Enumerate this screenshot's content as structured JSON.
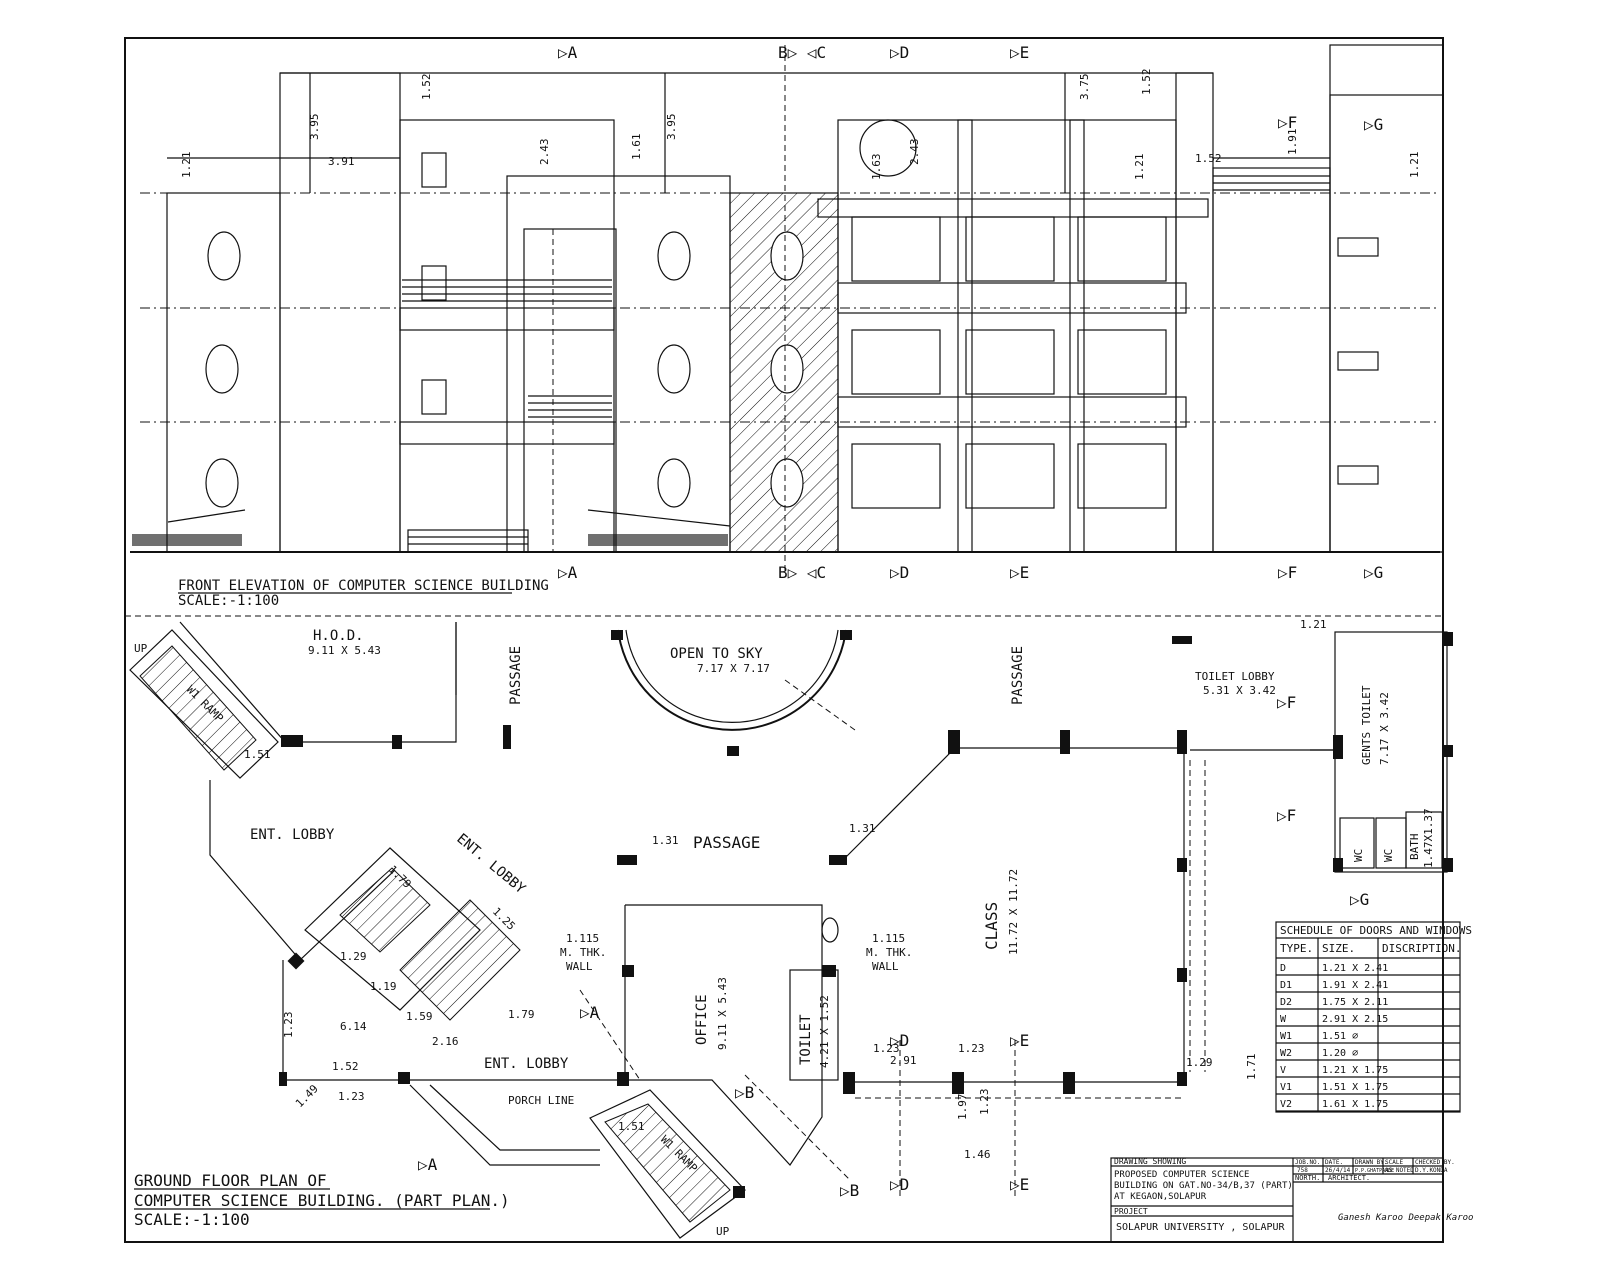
{
  "elevation": {
    "title": "FRONT ELEVATION OF COMPUTER SCIENCE BUILDING",
    "scale": "SCALE:-1:100",
    "section_markers": [
      "A",
      "B",
      "C",
      "D",
      "E",
      "F",
      "G"
    ],
    "dimensions": [
      "1.21",
      "3.91",
      "3.95",
      "1.52",
      "2.43",
      "1.61",
      "3.95",
      "1.63",
      "2.43",
      "3.75",
      "1.52",
      "1.21",
      "1.52",
      "1.91",
      "1.21"
    ]
  },
  "plan": {
    "title_line1": "GROUND FLOOR PLAN OF",
    "title_line2": "COMPUTER SCIENCE BUILDING. (PART PLAN.)",
    "scale": "SCALE:-1:100",
    "rooms": {
      "hod_name": "H.O.D.",
      "hod_size": "9.11 X 5.43",
      "open_sky_name": "OPEN TO SKY",
      "open_sky_size": "7.17 X 7.17",
      "passage_left": "PASSAGE",
      "passage_right": "PASSAGE",
      "passage_center": "PASSAGE",
      "toilet_lobby_name": "TOILET LOBBY",
      "toilet_lobby_size": "5.31 X 3.42",
      "gents_toilet": "GENTS TOILET",
      "gents_toilet_size": "7.17 X 3.42",
      "ent_lobby_1": "ENT. LOBBY",
      "ent_lobby_2": "ENT. LOBBY",
      "ent_lobby_3": "ENT. LOBBY",
      "class_name": "CLASS",
      "class_size": "11.72 X 11.72",
      "office_name": "OFFICE",
      "office_size": "9.11 X 5.43",
      "toilet_name": "TOILET",
      "toilet_size": "4.21 X 1.52",
      "bath": "BATH",
      "bath_size": "1.47X1.37",
      "wc1": "WC",
      "wc2": "WC",
      "wall_left": [
        "1.115",
        "M. THK.",
        "WALL"
      ],
      "wall_right": [
        "1.115",
        "M. THK.",
        "WALL"
      ],
      "porch_line": "PORCH LINE",
      "ramp1": "W1 RAMP",
      "ramp2": "W1 RAMP",
      "up1": "UP",
      "up2": "UP"
    },
    "dimensions": [
      "1.31",
      "1.31",
      "1.21",
      "1.23",
      "2.91",
      "1.23",
      "1.29",
      "1.71",
      "1.97",
      "1.23",
      "1.46",
      "1.79",
      "1.25",
      "1.79",
      "1.29",
      "1.19",
      "1.59",
      "6.14",
      "2.16",
      "1.23",
      "1.49",
      "1.23",
      "1.52",
      "1.51",
      "1.51"
    ]
  },
  "schedule": {
    "title": "SCHEDULE OF DOORS AND WINDOWS",
    "headers": [
      "TYPE.",
      "SIZE.",
      "DISCRIPTION."
    ],
    "rows": [
      [
        "D",
        "1.21 X 2.41",
        ""
      ],
      [
        "D1",
        "1.91 X 2.41",
        ""
      ],
      [
        "D2",
        "1.75 X 2.11",
        ""
      ],
      [
        "W",
        "2.91 X 2.15",
        ""
      ],
      [
        "W1",
        "1.51 ⌀",
        ""
      ],
      [
        "W2",
        "1.20 ⌀",
        ""
      ],
      [
        "V",
        "1.21 X 1.75",
        ""
      ],
      [
        "V1",
        "1.51 X 1.75",
        ""
      ],
      [
        "V2",
        "1.61 X 1.75",
        ""
      ]
    ]
  },
  "titleblock": {
    "drawing_showing": "DRAWING SHOWING",
    "drawing_line1": "PROPOSED COMPUTER SCIENCE",
    "drawing_line2": "BUILDING ON GAT.NO-34/B,37 (PART)",
    "drawing_line3": "AT KEGAON,SOLAPUR",
    "project_label": "PROJECT",
    "project": "SOLAPUR UNIVERSITY , SOLAPUR",
    "headers": [
      "JOB.NO.",
      "DATE.",
      "DRAWN BY.",
      "SCALE",
      "CHECKED BY."
    ],
    "values": [
      "758",
      "26/4/14",
      "P.P.GHATPANDE",
      "AS NOTED",
      "D.Y.KONDA"
    ],
    "north": "NORTH.",
    "architect": "ARCHITECT.",
    "signature": "Ganesh Karoo  Deepak Karoo"
  }
}
